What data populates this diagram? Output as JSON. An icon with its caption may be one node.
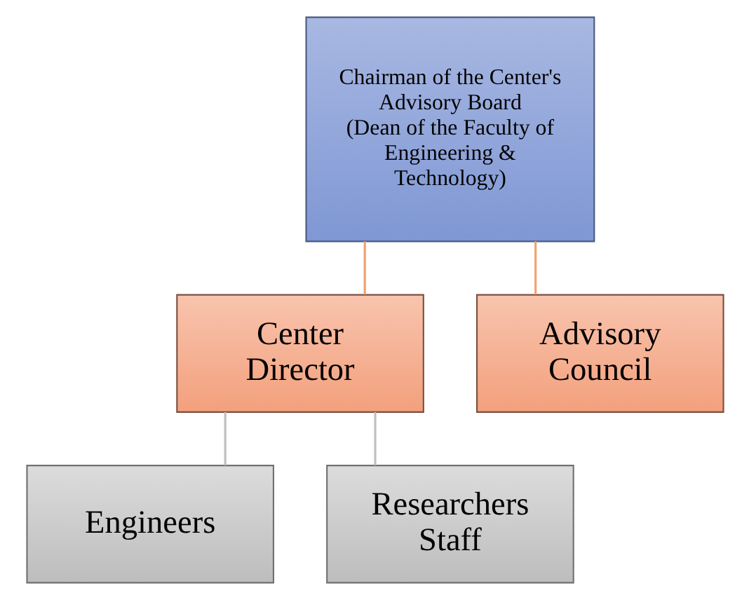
{
  "diagram": {
    "nodes": [
      {
        "text": [
          "Chairman of the Center's Advisory Board",
          "(Dean of the Faculty of Engineering & Technology)"
        ]
      },
      {
        "text": [
          "Center Director"
        ]
      },
      {
        "text": [
          "Advisory Council"
        ]
      },
      {
        "text": [
          "Engineers"
        ]
      },
      {
        "text": [
          "Researchers Staff"
        ]
      }
    ],
    "edges": [
      {
        "from": 0,
        "to": 1,
        "arrow": "none",
        "color": "#f4a06c"
      },
      {
        "from": 0,
        "to": 2,
        "arrow": "none",
        "color": "#f4a06c"
      },
      {
        "from": 1,
        "to": 3,
        "arrow": "none",
        "color": "#bfbfbf"
      },
      {
        "from": 1,
        "to": 4,
        "arrow": "none",
        "color": "#bfbfbf"
      }
    ]
  }
}
